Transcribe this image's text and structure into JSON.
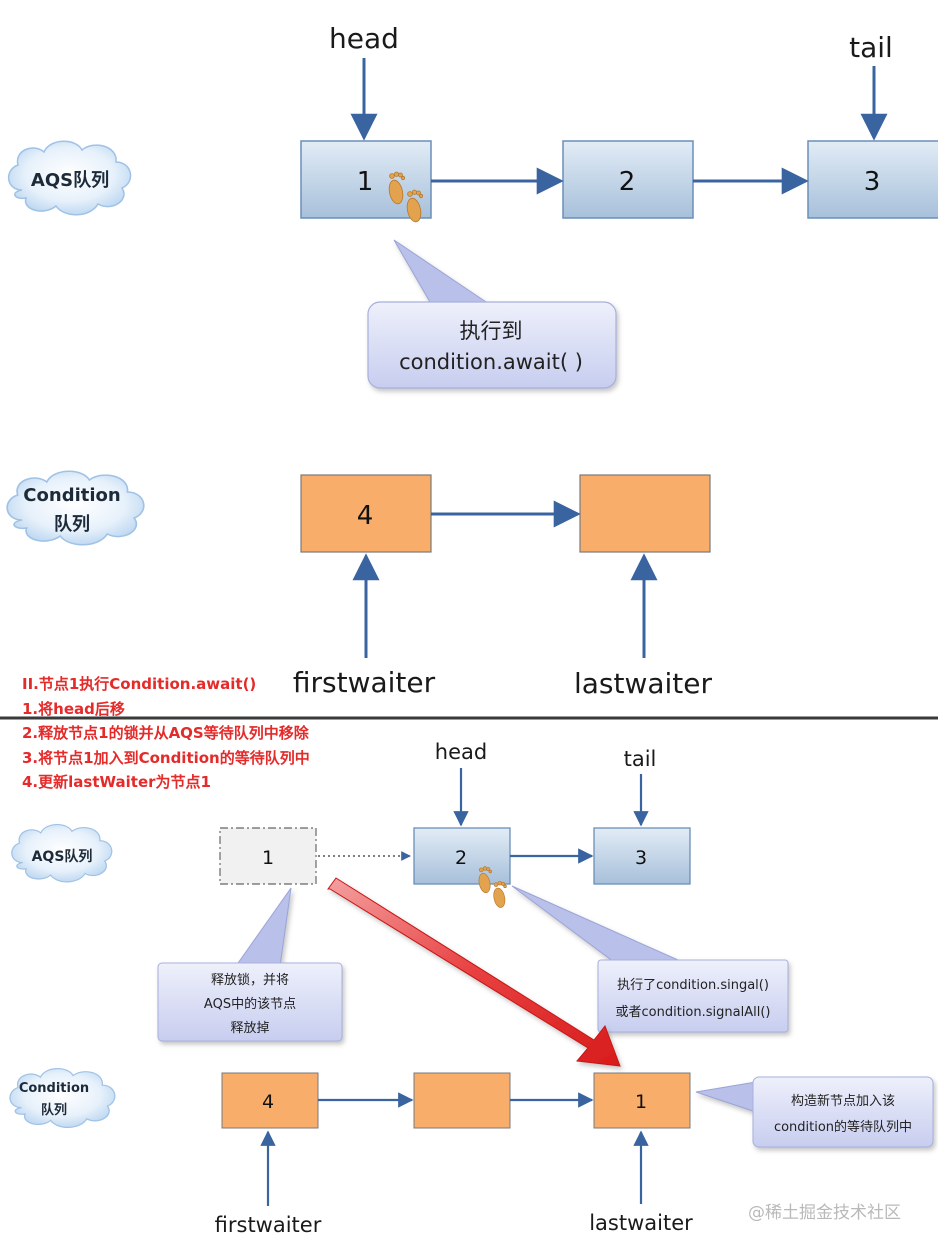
{
  "top": {
    "head_label": "head",
    "tail_label": "tail",
    "aqs_cloud": "AQS队列",
    "condition_cloud_line1": "Condition",
    "condition_cloud_line2": "队列",
    "aqs_nodes": [
      "1",
      "2",
      "3"
    ],
    "condition_nodes": [
      "4",
      ""
    ],
    "callout_line1": "执行到",
    "callout_line2": "condition.await( )",
    "first_waiter": "firstwaiter",
    "last_waiter": "lastwaiter"
  },
  "steps": [
    "II.节点1执行Condition.await()",
    "1.将head后移",
    "2.释放节点1的锁并从AQS等待队列中移除",
    "3.将节点1加入到Condition的等待队列中",
    "4.更新lastWaiter为节点1"
  ],
  "bottom": {
    "head_label": "head",
    "tail_label": "tail",
    "aqs_cloud": "AQS队列",
    "condition_cloud_line1": "Condition",
    "condition_cloud_line2": "队列",
    "released_node": "1",
    "aqs_nodes": [
      "2",
      "3"
    ],
    "condition_nodes": [
      "4",
      "",
      "1"
    ],
    "release_note": [
      "释放锁，并将",
      "AQS中的该节点",
      "释放掉"
    ],
    "signal_note": [
      "执行了condition.singal()",
      "或者condition.signalAll()"
    ],
    "new_node_note": [
      "构造新节点加入该",
      "condition的等待队列中"
    ],
    "first_waiter": "firstwaiter",
    "last_waiter": "lastwaiter"
  },
  "watermark": "@稀土掘金技术社区",
  "colors": {
    "aqs_node_top": "#dbe7f3",
    "aqs_node_bottom": "#a9c2dc",
    "aqs_node_border": "#6b8fb8",
    "condition_node": "#f8ad6a",
    "condition_node_border": "#7a7a7a",
    "arrow": "#3a64a0",
    "step_text": "#e52a2a",
    "red_arrow": "#e53030"
  }
}
